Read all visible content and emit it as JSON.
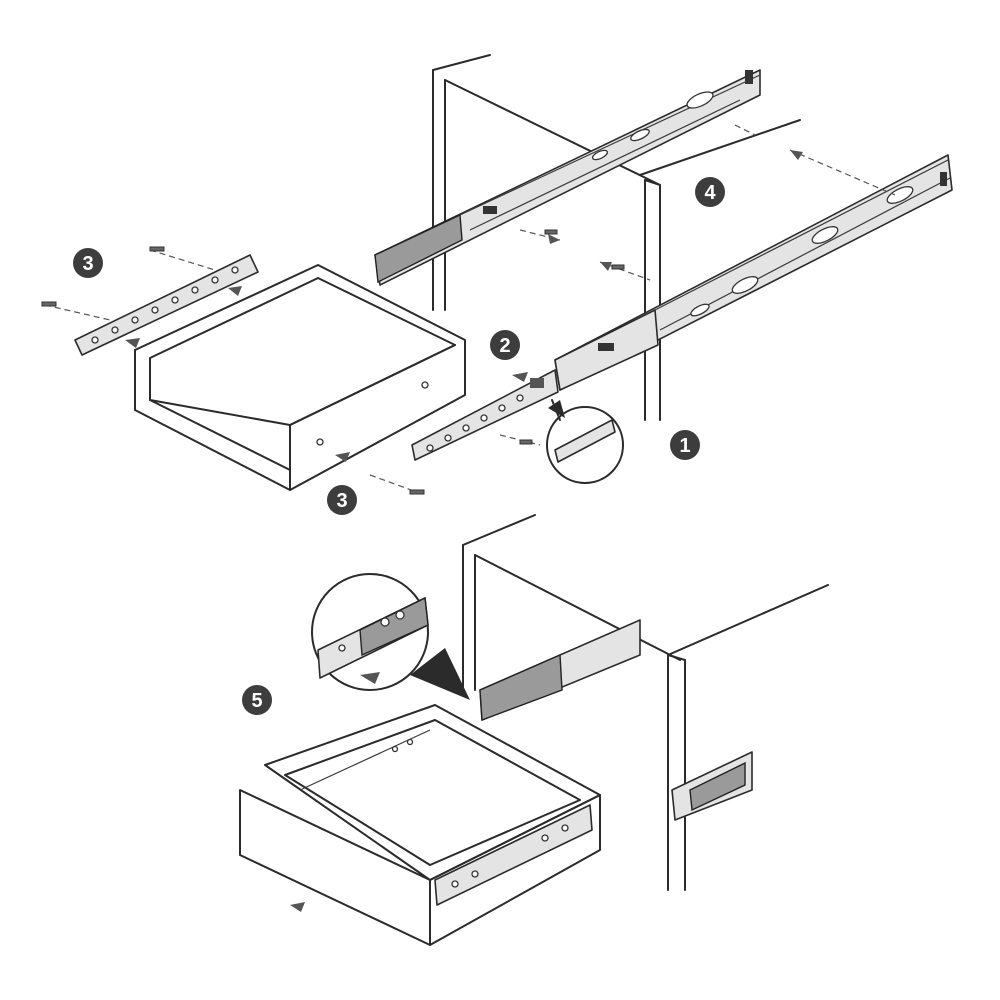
{
  "steps": [
    {
      "label": "1"
    },
    {
      "label": "2"
    },
    {
      "label": "3"
    },
    {
      "label": "3"
    },
    {
      "label": "4"
    },
    {
      "label": "5"
    }
  ],
  "colors": {
    "ink": "#2b2b2b",
    "badge": "#3d3d3d",
    "rail": "#e4e4e4"
  }
}
